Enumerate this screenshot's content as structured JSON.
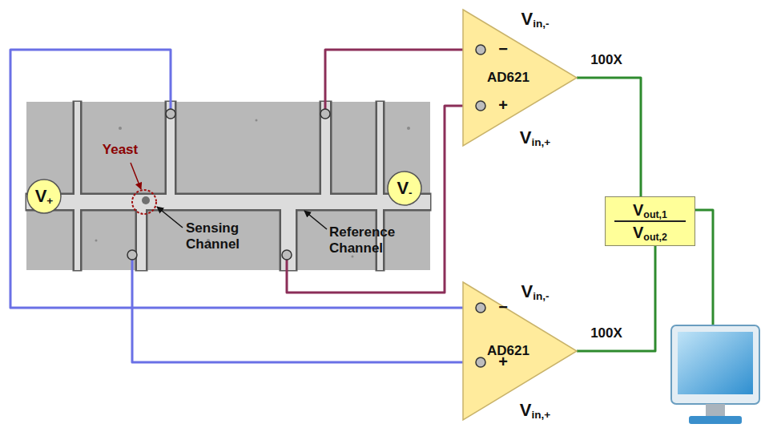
{
  "diagram": {
    "nodes": [
      {
        "text": [
          "V+"
        ]
      },
      {
        "text": [
          "V-"
        ]
      },
      {
        "text": [
          "AD621"
        ]
      },
      {
        "text": [
          "Vout,1",
          "Vout,2"
        ]
      },
      {
        "text": [
          "AD621"
        ]
      }
    ],
    "edges": [
      {
        "from": 2,
        "to": 3,
        "arrow": "none"
      },
      {
        "from": 4,
        "to": 3,
        "arrow": "none"
      }
    ],
    "labels": [
      "Yeast",
      "Sensing Channel",
      "Reference Channel",
      "Vin,-",
      "−",
      "+",
      "Vin,+",
      "100X",
      "Vin,-",
      "−",
      "+",
      "Vin,+",
      "100X"
    ]
  }
}
